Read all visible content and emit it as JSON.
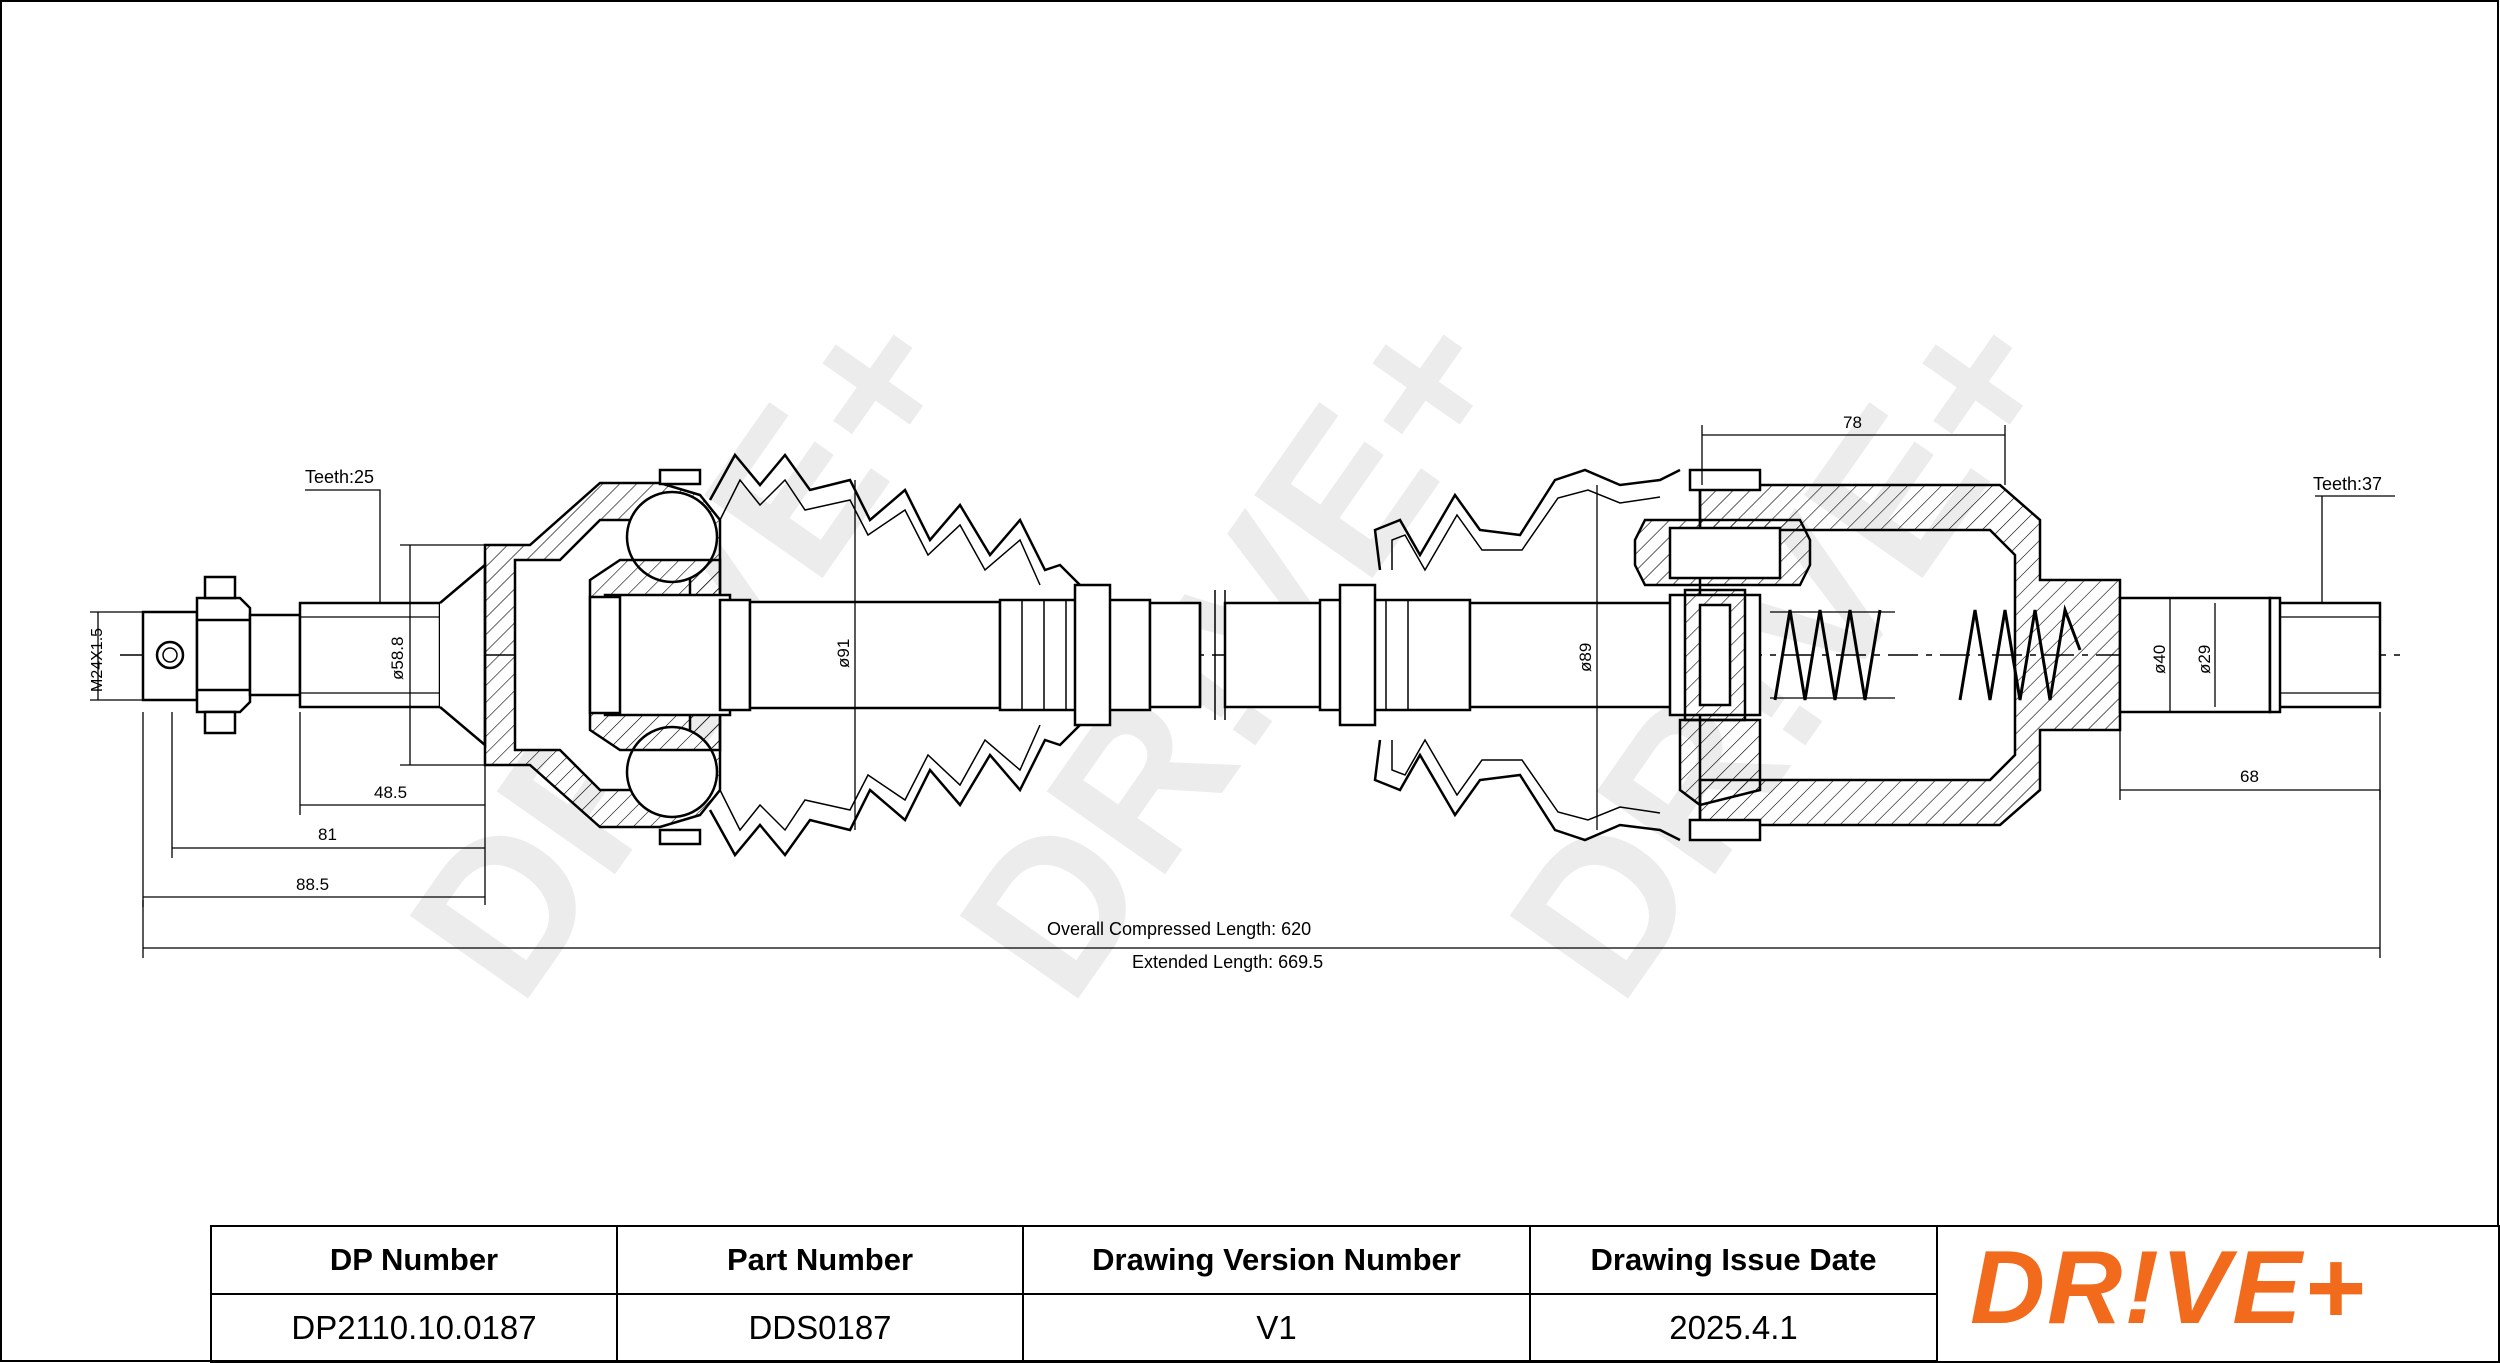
{
  "drawing": {
    "watermark": "DR!VE+",
    "labels": {
      "teeth_left": "Teeth:25",
      "teeth_right": "Teeth:37",
      "thread": "M24X1.5",
      "dia_58_8": "ø58.8",
      "dia_91": "ø91",
      "dia_89": "ø89",
      "dia_40": "ø40",
      "dia_29": "ø29",
      "dim_48_5": "48.5",
      "dim_81": "81",
      "dim_88_5": "88.5",
      "dim_78": "78",
      "dim_68": "68",
      "overall_compressed": "Overall  Compressed  Length: 620",
      "extended": "Extended  Length: 669.5"
    }
  },
  "title_block": {
    "headers": [
      "DP Number",
      "Part Number",
      "Drawing Version Number",
      "Drawing Issue Date"
    ],
    "values": [
      "DP2110.10.0187",
      "DDS0187",
      "V1",
      "2025.4.1"
    ],
    "logo": "DR!VE+"
  },
  "colors": {
    "line": "#000000",
    "watermark": "#ececec",
    "logo_orange": "#f26b1d",
    "hatch": "#000000"
  }
}
